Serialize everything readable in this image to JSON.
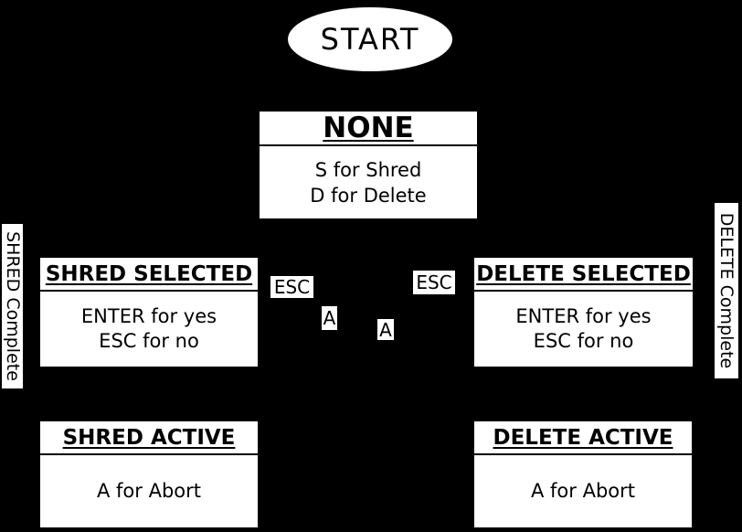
{
  "colors": {
    "background": "#000000",
    "node_fill": "#ffffff",
    "node_text": "#000000"
  },
  "diagram": {
    "start": {
      "label": "START"
    },
    "states": [
      {
        "id": "none",
        "title": "NONE",
        "lines": [
          "S for Shred",
          "D for Delete"
        ]
      },
      {
        "id": "shred-selected",
        "title": "SHRED SELECTED",
        "lines": [
          "ENTER for yes",
          "ESC for no"
        ]
      },
      {
        "id": "delete-selected",
        "title": "DELETE SELECTED",
        "lines": [
          "ENTER for yes",
          "ESC for no"
        ]
      },
      {
        "id": "shred-active",
        "title": "SHRED ACTIVE",
        "lines": [
          "A for Abort"
        ]
      },
      {
        "id": "delete-active",
        "title": "DELETE ACTIVE",
        "lines": [
          "A for Abort"
        ]
      }
    ],
    "edge_labels": [
      {
        "id": "esc-left",
        "text": "ESC"
      },
      {
        "id": "esc-right",
        "text": "ESC"
      },
      {
        "id": "a-left",
        "text": "A"
      },
      {
        "id": "a-right",
        "text": "A"
      }
    ],
    "side_labels": [
      {
        "id": "shred-complete",
        "text": "SHRED Complete"
      },
      {
        "id": "delete-complete",
        "text": "DELETE Complete"
      }
    ]
  }
}
